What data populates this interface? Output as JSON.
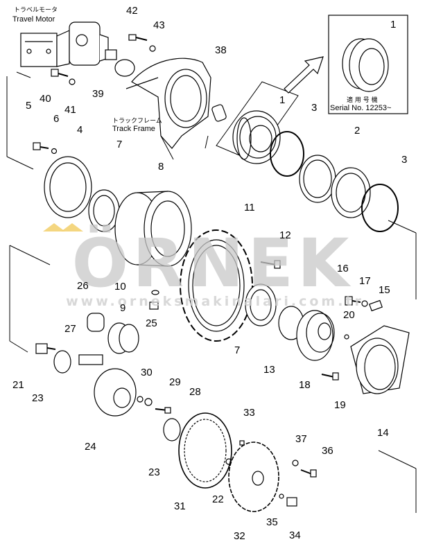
{
  "watermark": {
    "brand": "ÖRNEK",
    "url": "www.orneksmakinalari.com.tr"
  },
  "annotations": {
    "travel_motor_jp": "トラベルモータ",
    "travel_motor": "Travel Motor",
    "track_frame_jp": "トラックフレーム",
    "track_frame": "Track Frame",
    "serial_jp": "適 用 号 機",
    "serial": "Serial No. 12253~"
  },
  "callouts": [
    "1",
    "1",
    "2",
    "3",
    "3",
    "4",
    "5",
    "6",
    "7",
    "7",
    "8",
    "9",
    "10",
    "11",
    "12",
    "13",
    "14",
    "15",
    "16",
    "17",
    "18",
    "19",
    "20",
    "21",
    "22",
    "23",
    "23",
    "24",
    "25",
    "26",
    "27",
    "28",
    "29",
    "30",
    "31",
    "32",
    "33",
    "34",
    "35",
    "36",
    "37",
    "38",
    "39",
    "40",
    "41",
    "42",
    "43"
  ]
}
